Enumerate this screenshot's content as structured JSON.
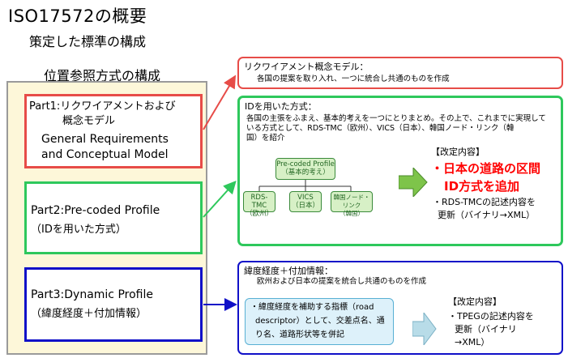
{
  "title": "ISO17572の概要",
  "subtitle": "策定した標準の構成",
  "left_heading": "位置参照方式の構成",
  "parts": {
    "p1_line1": "Part1:リクワイアメントおよび",
    "p1_line2": "概念モデル",
    "p1_en1": "General Requirements",
    "p1_en2": "and Conceptual Model",
    "p2_line1": "Part2:Pre-coded Profile",
    "p2_line2": "（IDを用いた方式）",
    "p3_line1": "Part3:Dynamic Profile",
    "p3_line2": "（緯度経度＋付加情報）"
  },
  "box1": {
    "title": "リクワイアメント概念モデル：",
    "body": "各国の提案を取り入れ、一つに統合し共通のものを作成"
  },
  "box2": {
    "title": "IDを用いた方式：",
    "body1": "各国の主張をふまえ、基本的考えを一つにとりまとめ。その上で、これまでに実現して",
    "body2": "いる方式として、RDS-TMC（欧州）、VICS（日本）、韓国ノード・リンク（韓",
    "body3": "国）を紹介",
    "root1": "Pre-coded Profile",
    "root2": "（基本的考え）",
    "c1a": "RDS-TMC",
    "c1b": "（欧州）",
    "c2a": "VICS",
    "c2b": "（日本）",
    "c3a": "韓国ノード・リンク",
    "c3b": "（韓国）",
    "rev_head": "【改定内容】",
    "rev_red1": "・日本の道路の区間",
    "rev_red2": "ID方式を追加",
    "rev_b1": "・RDS-TMCの記述内容を",
    "rev_b2": "更新（バイナリ→XML）"
  },
  "box3": {
    "title": "緯度経度＋付加情報：",
    "body": "欧州および日本の提案を統合し共通のものを作成",
    "desc1": "・緯度経度を補助する指標（road",
    "desc2": "descriptor）として、交差点名、通",
    "desc3": "り名、道路形状等を併記",
    "rev_head": "【改定内容】",
    "rev1": "・TPEGの記述内容を",
    "rev2": "更新（バイナリ",
    "rev3": "→XML）"
  },
  "colors": {
    "part1": "#e74c48",
    "part2": "#2ec85c",
    "part3": "#1010c8",
    "highlight": "#ff0000"
  }
}
